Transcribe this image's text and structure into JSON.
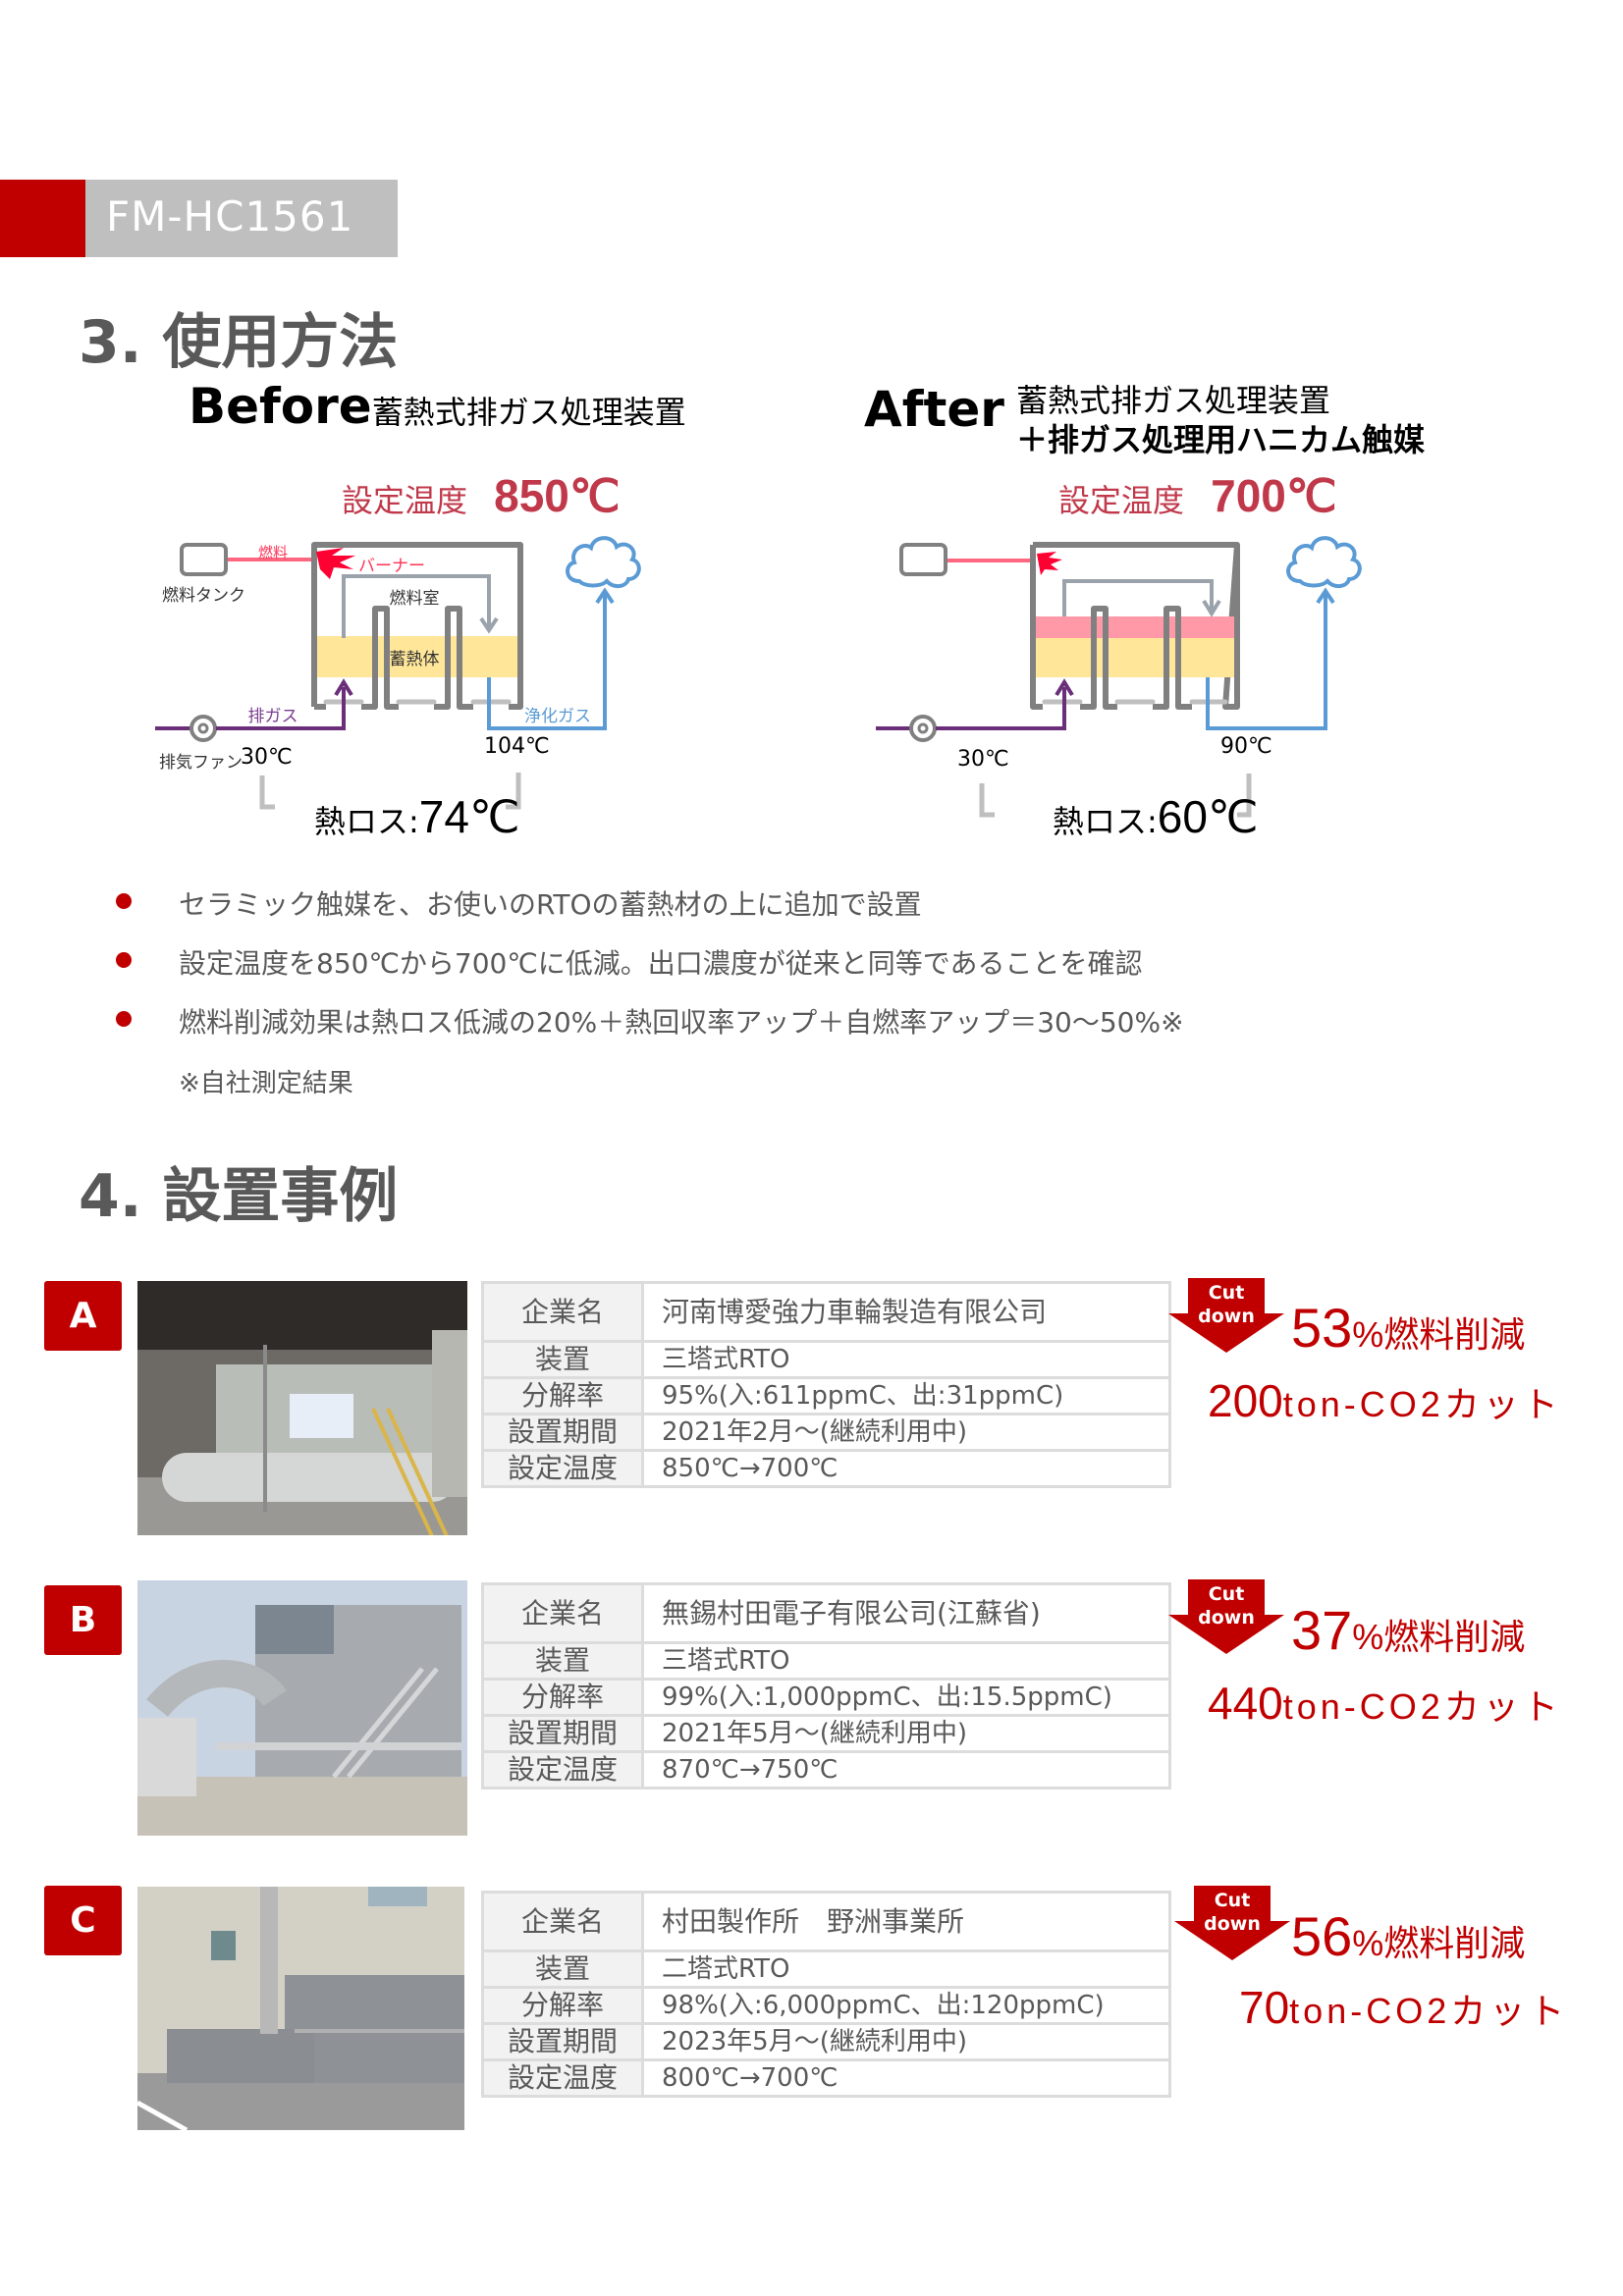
{
  "header": {
    "product_code": "FM-HC1561",
    "accent_color": "#c00000",
    "tag_bg": "#bfbfbf"
  },
  "section3": {
    "title": "3. 使用方法",
    "before": {
      "label": "Before",
      "subtitle": "蓄熱式排ガス処理装置",
      "set_temp_label": "設定温度",
      "set_temp_value": "850℃",
      "diagram": {
        "fuel": "燃料",
        "fuel_tank": "燃料タンク",
        "burner": "バーナー",
        "chamber": "燃料室",
        "regenerator": "蓄熱体",
        "exhaust_gas": "排ガス",
        "clean_gas": "浄化ガス",
        "exhaust_fan": "排気ファン",
        "inlet_temp": "30℃",
        "outlet_temp": "104℃"
      },
      "heat_loss_label": "熱ロス:",
      "heat_loss_value": "74℃"
    },
    "after": {
      "label": "After",
      "subtitle_line1": "蓄熱式排ガス処理装置",
      "subtitle_line2": "＋排ガス処理用ハニカム触媒",
      "set_temp_label": "設定温度",
      "set_temp_value": "700℃",
      "diagram": {
        "inlet_temp": "30℃",
        "outlet_temp": "90℃"
      },
      "heat_loss_label": "熱ロス:",
      "heat_loss_value": "60℃"
    },
    "bullets": [
      "セラミック触媒を、お使いのRTOの蓄熱材の上に追加で設置",
      "設定温度を850℃から700℃に低減。出口濃度が従来と同等であることを確認",
      "燃料削減効果は熱ロス低減の20%＋熱回収率アップ＋自燃率アップ＝30〜50%※"
    ],
    "note": "※自社測定結果"
  },
  "section4": {
    "title": "4. 設置事例",
    "labels": {
      "company": "企業名",
      "device": "装置",
      "decomposition": "分解率",
      "period": "設置期間",
      "set_temp": "設定温度"
    },
    "cut_down_line1": "Cut",
    "cut_down_line2": "down",
    "cases": [
      {
        "letter": "A",
        "company": "河南博愛強力車輪製造有限公司",
        "device": "三塔式RTO",
        "decomposition": "95%(入:611ppmC、出:31ppmC)",
        "period": "2021年2月〜(継続利用中)",
        "set_temp": "850℃→700℃",
        "fuel_pct": "53",
        "fuel_suffix": "%燃料削減",
        "co2_value": "200",
        "co2_suffix": "ton-CO2カット"
      },
      {
        "letter": "B",
        "company": "無錫村田電子有限公司(江蘇省)",
        "device": "三塔式RTO",
        "decomposition": "99%(入:1,000ppmC、出:15.5ppmC)",
        "period": "2021年5月〜(継続利用中)",
        "set_temp": "870℃→750℃",
        "fuel_pct": "37",
        "fuel_suffix": "%燃料削減",
        "co2_value": "440",
        "co2_suffix": "ton-CO2カット"
      },
      {
        "letter": "C",
        "company": "村田製作所　野洲事業所",
        "device": "二塔式RTO",
        "decomposition": "98%(入:6,000ppmC、出:120ppmC)",
        "period": "2023年5月〜(継続利用中)",
        "set_temp": "800℃→700℃",
        "fuel_pct": "56",
        "fuel_suffix": "%燃料削減",
        "co2_value": "70",
        "co2_suffix": "ton-CO2カット"
      }
    ]
  }
}
